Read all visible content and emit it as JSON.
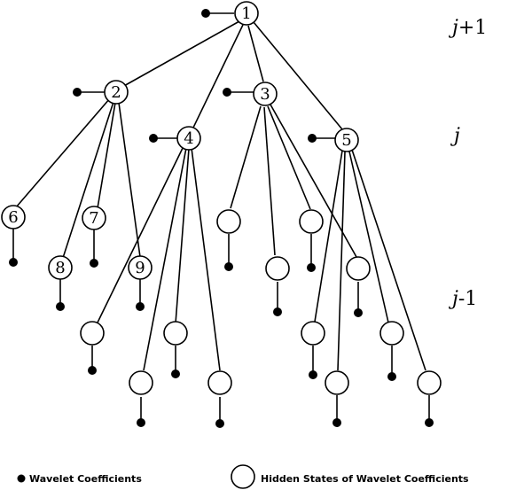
{
  "levels": {
    "top": {
      "var": "j",
      "suffix": "+1"
    },
    "middle": {
      "var": "j",
      "suffix": ""
    },
    "bottom": {
      "var": "j",
      "suffix": "-1"
    }
  },
  "nodes": {
    "n1": "1",
    "n2": "2",
    "n3": "3",
    "n4": "4",
    "n5": "5",
    "n6": "6",
    "n7": "7",
    "n8": "8",
    "n9": "9"
  },
  "legend": {
    "wavelet_coefficients": "Wavelet Coefficients",
    "hidden_states": "Hidden States of Wavelet Coefficients"
  }
}
